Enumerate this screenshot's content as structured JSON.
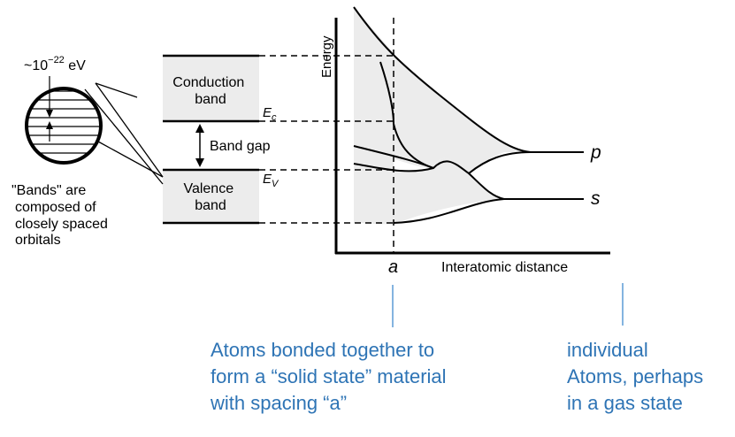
{
  "circle_label": {
    "prefix": "~10",
    "exponent": "−22",
    "unit": " eV"
  },
  "bands_note": [
    "\"Bands\" are",
    "composed of",
    "closely spaced",
    "orbitals"
  ],
  "conduction_band": [
    "Conduction",
    "band"
  ],
  "valence_band": [
    "Valence",
    "band"
  ],
  "band_gap": "Band gap",
  "ec": {
    "main": "E",
    "sub": "c"
  },
  "ev": {
    "main": "E",
    "sub": "V"
  },
  "axis": {
    "y": "Energy",
    "x": "Interatomic distance",
    "a": "a"
  },
  "curve_labels": {
    "p": "p",
    "s": "s"
  },
  "captions": {
    "solid": [
      "Atoms bonded together to",
      "form a “solid state” material",
      "with spacing “a”"
    ],
    "gas": [
      "individual",
      "Atoms, perhaps",
      "in a gas state"
    ]
  },
  "colors": {
    "band_fill": "#ececec",
    "caption": "#2e74b5",
    "marker_line": "#5b9bd5"
  }
}
